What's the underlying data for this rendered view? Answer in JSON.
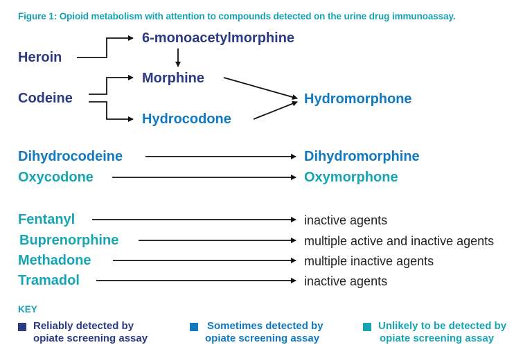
{
  "title": "Figure 1: Opioid metabolism with attention to compounds detected on the urine drug immunoassay.",
  "colors": {
    "reliably": "#2b3a82",
    "sometimes": "#1079c0",
    "unlikely": "#17a5b5",
    "arrow": "#111111",
    "title": "#17a2b3"
  },
  "pathway": {
    "heroin": "Heroin",
    "mam": "6-monoacetylmorphine",
    "codeine": "Codeine",
    "morphine": "Morphine",
    "hydrocodone": "Hydrocodone",
    "hydromorphone": "Hydromorphone"
  },
  "pairs": [
    {
      "parent": "Dihydrocodeine",
      "metabolite": "Dihydromorphine"
    },
    {
      "parent": "Oxycodone",
      "metabolite": "Oxymorphone"
    }
  ],
  "others": [
    {
      "parent": "Fentanyl",
      "metabolite": "inactive agents"
    },
    {
      "parent": "Buprenorphine",
      "metabolite": "multiple active and inactive agents"
    },
    {
      "parent": "Methadone",
      "metabolite": "multiple inactive agents"
    },
    {
      "parent": "Tramadol",
      "metabolite": "inactive agents"
    }
  ],
  "key": {
    "title": "KEY",
    "items": [
      {
        "line1": "Reliably detected by",
        "line2": "opiate screening assay",
        "color": "#2b3a82"
      },
      {
        "line1": "Sometimes detected by",
        "line2": "opiate screening assay",
        "color": "#1079c0"
      },
      {
        "line1": "Unlikely to be detected by",
        "line2": "opiate screening assay",
        "color": "#17a5b5"
      }
    ]
  }
}
